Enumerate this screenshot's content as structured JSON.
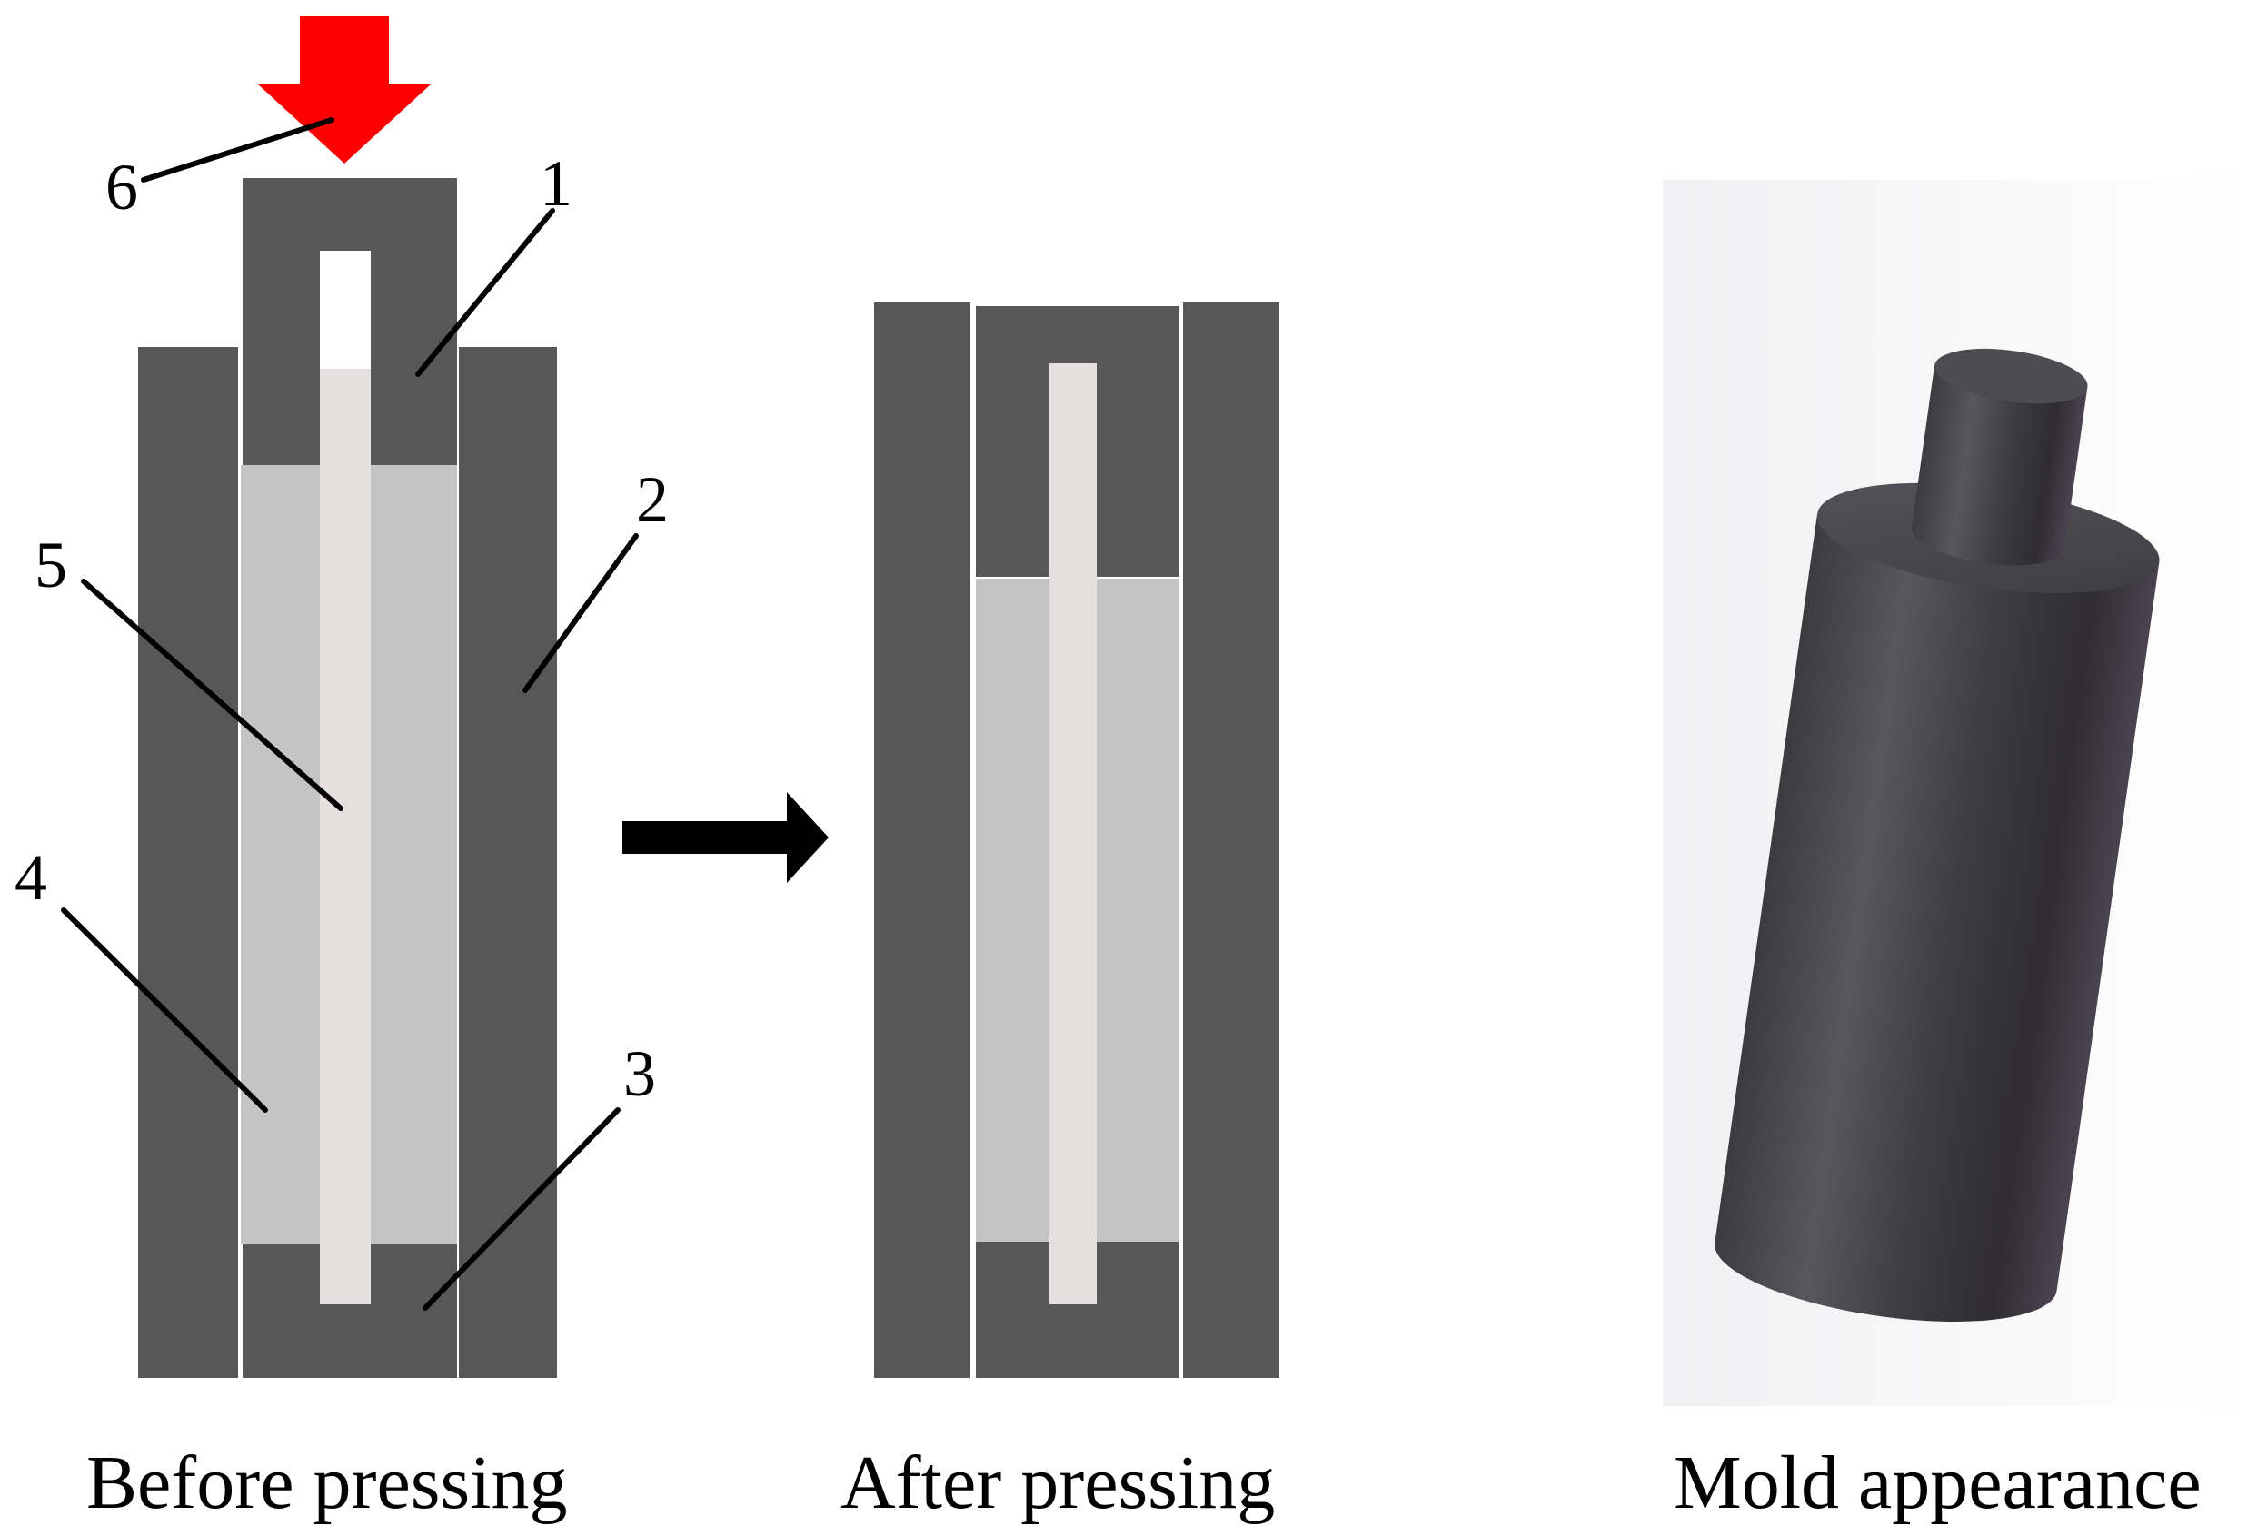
{
  "colors": {
    "steel": "#575757",
    "powder": "#c4c4c4",
    "rod": "#e6dfdf",
    "press_arrow": "#ff0000",
    "flow_arrow": "#000000",
    "mold_body": "#46444b"
  },
  "icons": {
    "press_arrow": "down-arrow-icon",
    "flow_arrow": "right-arrow-icon"
  },
  "labels": {
    "n1": "1",
    "n2": "2",
    "n3": "3",
    "n4": "4",
    "n5": "5",
    "n6": "6"
  },
  "captions": {
    "before": "Before pressing",
    "after": "After pressing",
    "mold": "Mold appearance"
  }
}
